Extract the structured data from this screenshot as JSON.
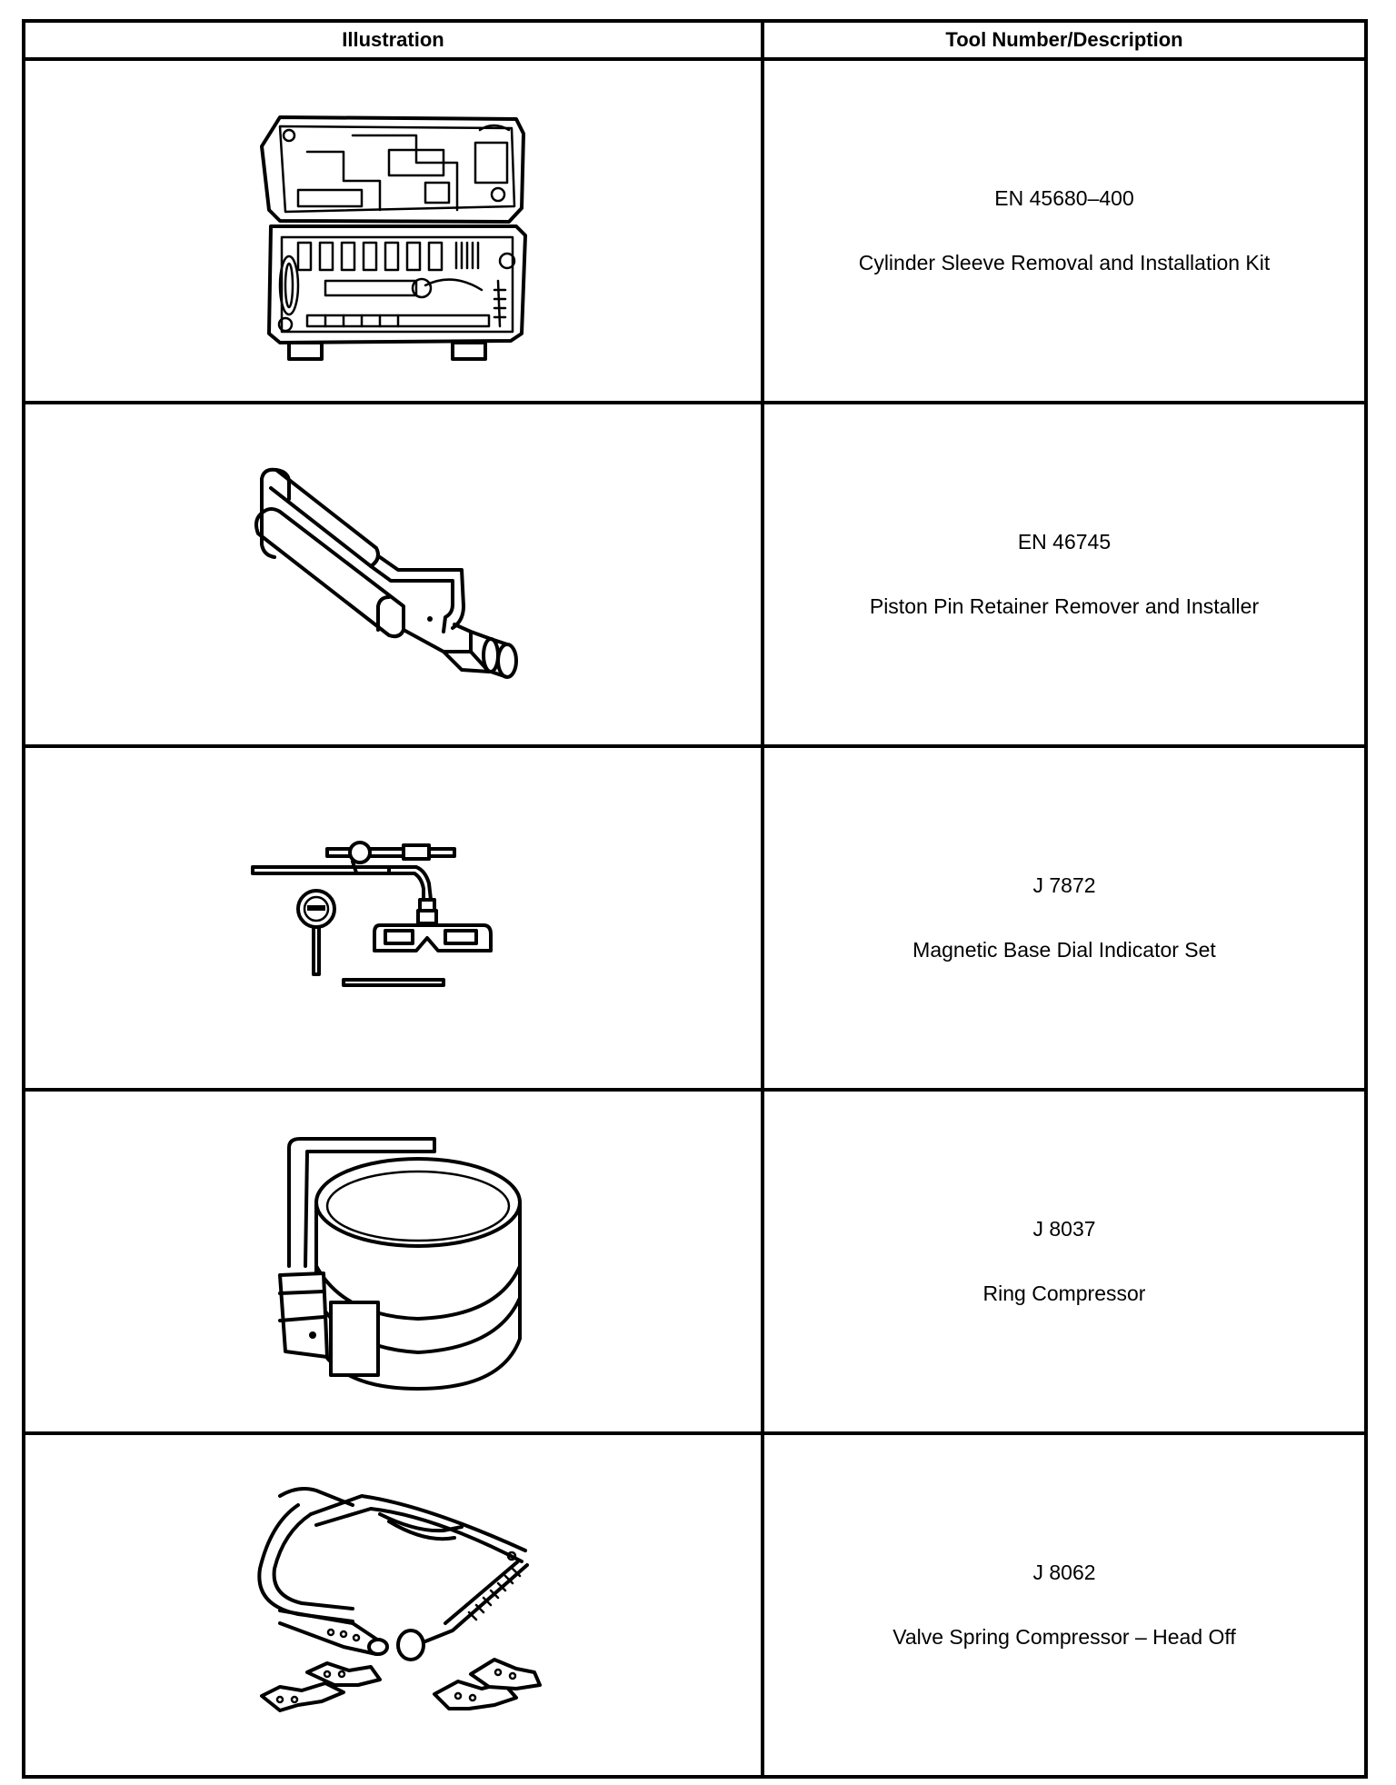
{
  "table": {
    "headers": {
      "illustration": "Illustration",
      "tool": "Tool Number/Description"
    },
    "rows": [
      {
        "number": "EN 45680–400",
        "description": "Cylinder Sleeve Removal and Installation Kit",
        "icon": "tool-case-icon"
      },
      {
        "number": "EN 46745",
        "description": "Piston Pin Retainer Remover and Installer",
        "icon": "piston-pin-tool-icon"
      },
      {
        "number": "J 7872",
        "description": "Magnetic Base Dial Indicator Set",
        "icon": "dial-indicator-icon"
      },
      {
        "number": "J 8037",
        "description": "Ring Compressor",
        "icon": "ring-compressor-icon"
      },
      {
        "number": "J 8062",
        "description": "Valve Spring Compressor – Head Off",
        "icon": "valve-spring-compressor-icon"
      }
    ]
  }
}
